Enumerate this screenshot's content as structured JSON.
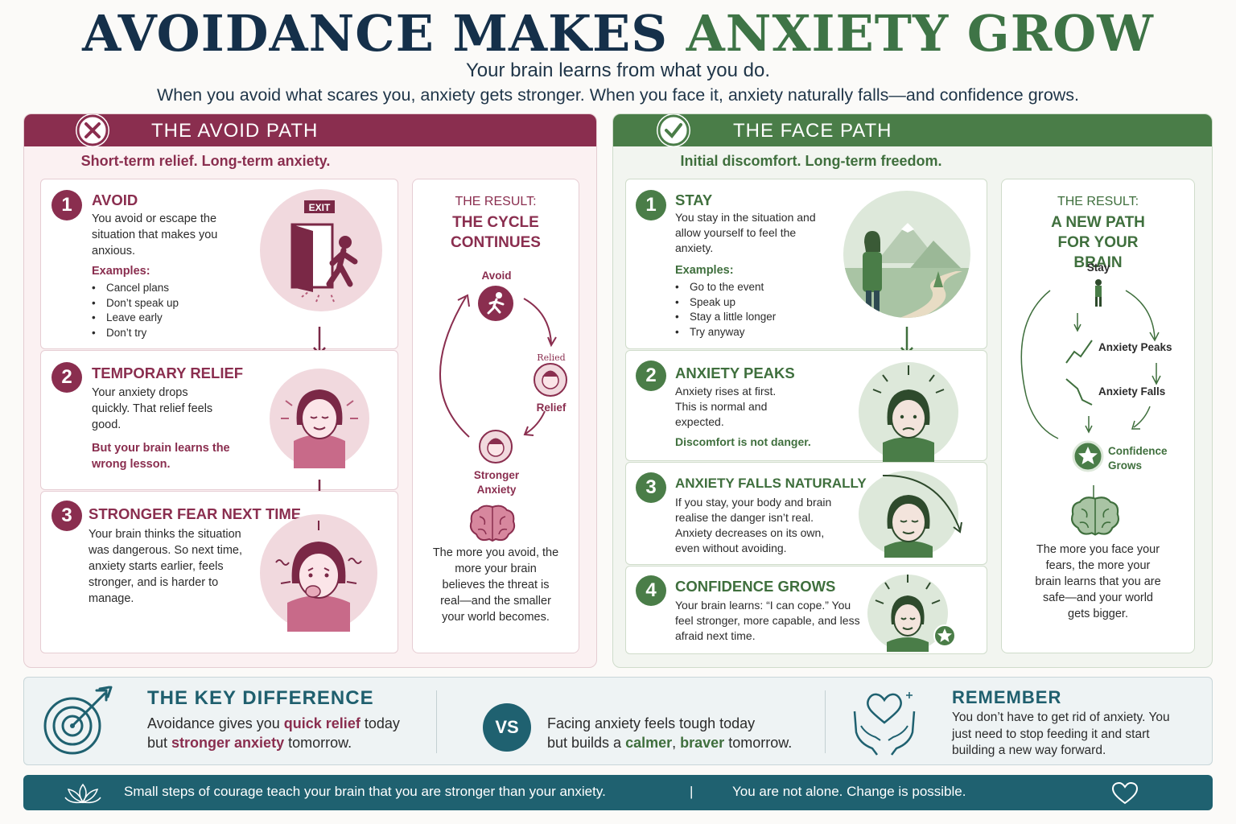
{
  "header": {
    "title_part1": "AVOIDANCE MAKES",
    "title_part2": "ANXIETY GROW",
    "subtitle1": "Your brain learns from what you do.",
    "subtitle2": "When you avoid what scares you, anxiety gets stronger. When you face it, anxiety naturally falls—and confidence grows."
  },
  "avoid": {
    "header": "THE AVOID PATH",
    "tagline": "Short-term relief. Long-term anxiety.",
    "steps": [
      {
        "num": "1",
        "title": "AVOID",
        "text": "You avoid or escape the situation that makes you anxious.",
        "examples_label": "Examples:",
        "examples": [
          "Cancel plans",
          "Don’t speak up",
          "Leave early",
          "Don’t try"
        ],
        "exit_sign": "EXIT"
      },
      {
        "num": "2",
        "title": "TEMPORARY RELIEF",
        "text": "Your anxiety drops quickly. That relief feels good.",
        "accent": "But your brain learns the wrong lesson."
      },
      {
        "num": "3",
        "title": "STRONGER FEAR NEXT TIME",
        "text": "Your brain thinks the situation was dangerous. So next time, anxiety starts earlier, feels stronger, and is harder to manage."
      }
    ],
    "result": {
      "label": "THE RESULT:",
      "title": "THE CYCLE CONTINUES",
      "cycle": {
        "avoid": "Avoid",
        "relief_small": "Relied",
        "relief": "Relief",
        "stronger": "Stronger Anxiety"
      },
      "text": "The more you avoid, the more your brain believes the threat is real—and the smaller your world becomes."
    }
  },
  "face": {
    "header": "THE FACE PATH",
    "tagline": "Initial discomfort. Long-term freedom.",
    "steps": [
      {
        "num": "1",
        "title": "STAY",
        "text": "You stay in the situation and allow yourself to feel the anxiety.",
        "examples_label": "Examples:",
        "examples": [
          "Go to the event",
          "Speak up",
          "Stay a little longer",
          "Try anyway"
        ]
      },
      {
        "num": "2",
        "title": "ANXIETY PEAKS",
        "text": "Anxiety rises at first. This is normal and expected.",
        "accent": "Discomfort is not danger."
      },
      {
        "num": "3",
        "title": "ANXIETY FALLS NATURALLY",
        "text": "If you stay, your body and brain realise the danger isn’t real. Anxiety decreases on its own, even without avoiding."
      },
      {
        "num": "4",
        "title": "CONFIDENCE GROWS",
        "text": "Your brain learns: “I can cope.” You feel stronger, more capable, and less afraid next time."
      }
    ],
    "result": {
      "label": "THE RESULT:",
      "title": "A NEW PATH FOR YOUR BRAIN",
      "cycle": {
        "stay": "Stay",
        "peaks": "Anxiety Peaks",
        "falls": "Anxiety Falls",
        "confidence": "Confidence Grows"
      },
      "text": "The more you face your fears, the more your brain learns that you are safe—and your world gets bigger."
    }
  },
  "key": {
    "title": "THE KEY DIFFERENCE",
    "line1_a": "Avoidance gives you ",
    "line1_b": "quick relief",
    "line1_c": " today",
    "line2_a": "but ",
    "line2_b": "stronger anxiety",
    "line2_c": " tomorrow.",
    "vs": "VS",
    "face_line1": "Facing anxiety feels tough today",
    "face_line2_a": "but builds a ",
    "face_line2_b": "calmer",
    "face_line2_c": ", ",
    "face_line2_d": "braver",
    "face_line2_e": " tomorrow.",
    "remember_title": "REMEMBER",
    "remember_text": "You don’t have to get rid of anxiety. You just need to stop feeding it and start building a new way forward."
  },
  "footer": {
    "left": "Small steps of courage teach your brain that you are stronger than your anxiety.",
    "sep": "|",
    "right": "You are not alone. Change is possible."
  },
  "colors": {
    "avoid": "#8a2e4f",
    "face": "#4a7d48",
    "navy": "#15304a",
    "teal": "#1f6170"
  }
}
